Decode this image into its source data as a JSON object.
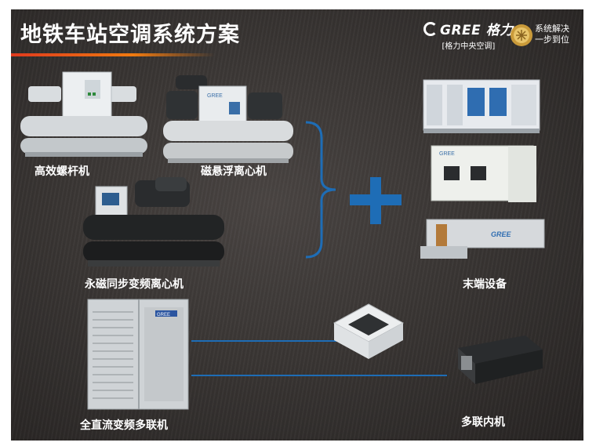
{
  "title": "地铁车站空调系统方案",
  "brand": {
    "logo": "GREE",
    "logo_cn": "格力",
    "subtitle": "[格力中央空调]",
    "slogan_line1": "系统解决",
    "slogan_line2": "一步到位"
  },
  "labels": {
    "screw_chiller": "高效螺杆机",
    "maglev_chiller": "磁悬浮离心机",
    "pm_vfd_chiller": "永磁同步变频离心机",
    "terminal_equipment": "末端设备",
    "dc_vrf": "全直流变频多联机",
    "vrf_indoor": "多联内机"
  },
  "equipment_marks": {
    "maglev": "GREE",
    "vrf_outdoor": "GREE",
    "fan_coil": "GREE"
  },
  "colors": {
    "accent_blue": "#1e6db6",
    "title_bar_red": "#e03a1e",
    "title_bar_orange": "#f07a10"
  }
}
